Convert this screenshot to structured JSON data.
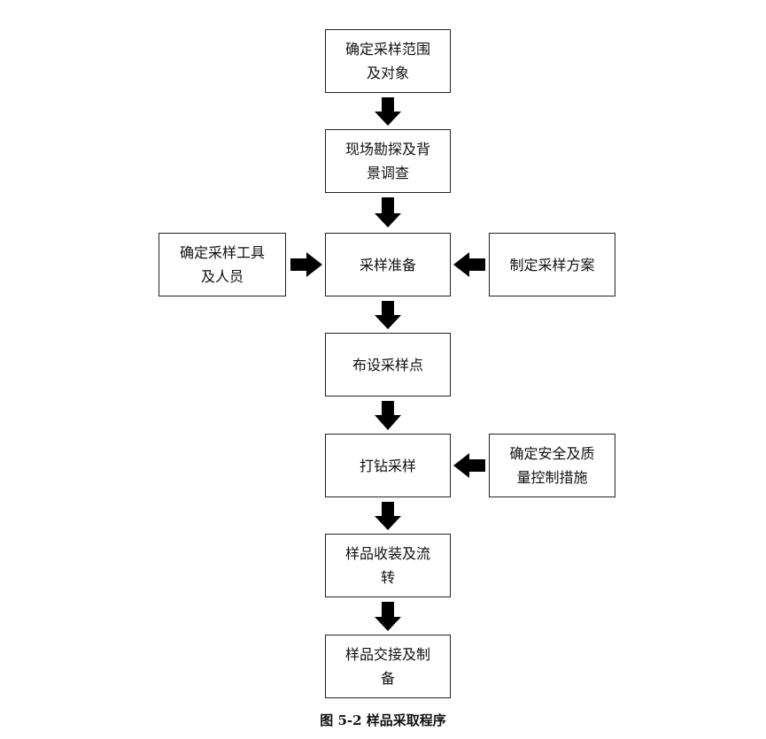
{
  "nodes": {
    "scope": "确定采样范围\n及对象",
    "survey": "现场勘探及背\n景调查",
    "tools": "确定采样工具\n及人员",
    "prep": "采样准备",
    "plan": "制定采样方案",
    "points": "布设采样点",
    "drill": "打钻采样",
    "qc": "确定安全及质\n量控制措施",
    "transfer": "样品收装及流\n转",
    "handover": "样品交接及制\n备"
  },
  "caption": "图 5-2  样品采取程序"
}
